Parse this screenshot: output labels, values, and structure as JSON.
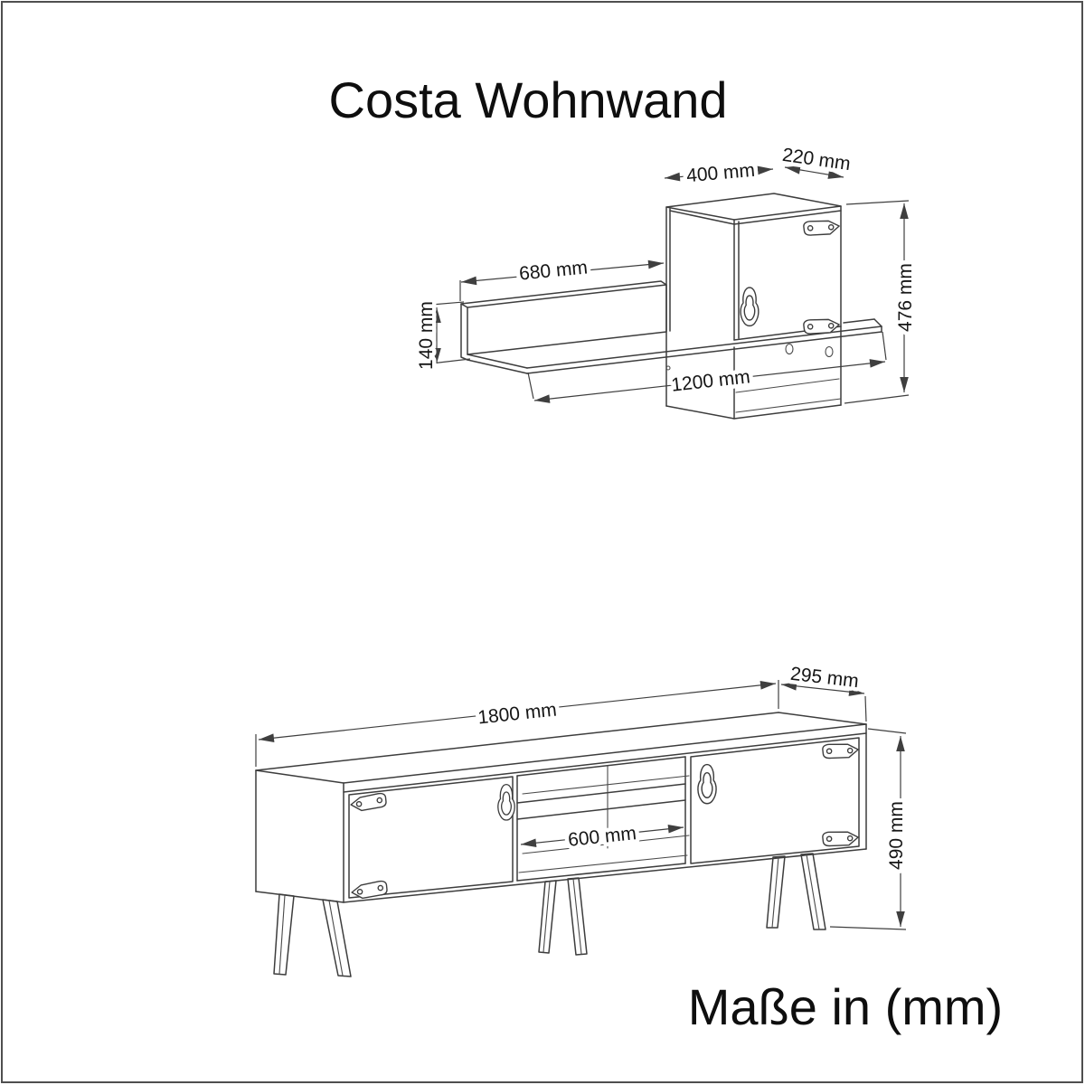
{
  "page": {
    "title": "Costa Wohnwand",
    "units_note": "Maße in (mm)",
    "line_color": "#3d3d3d",
    "text_color": "#161616",
    "background": "#ffffff"
  },
  "wall_unit": {
    "dims": {
      "cabinet_width": "400 mm",
      "cabinet_depth": "220 mm",
      "shelf_segment": "680 mm",
      "back_height": "140 mm",
      "total_width": "1200 mm",
      "total_height": "476 mm"
    }
  },
  "tv_stand": {
    "dims": {
      "total_width": "1800 mm",
      "depth": "295 mm",
      "open_compartment": "600 mm",
      "total_height": "490 mm"
    }
  }
}
